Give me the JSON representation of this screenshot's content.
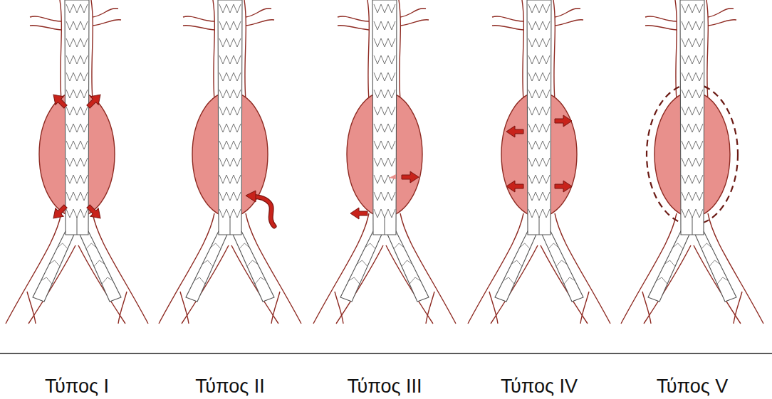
{
  "diagram": {
    "labels": [
      "Τύπος I",
      "Τύπος II",
      "Τύπος III",
      "Τύπος IV",
      "Τύπος V"
    ]
  }
}
